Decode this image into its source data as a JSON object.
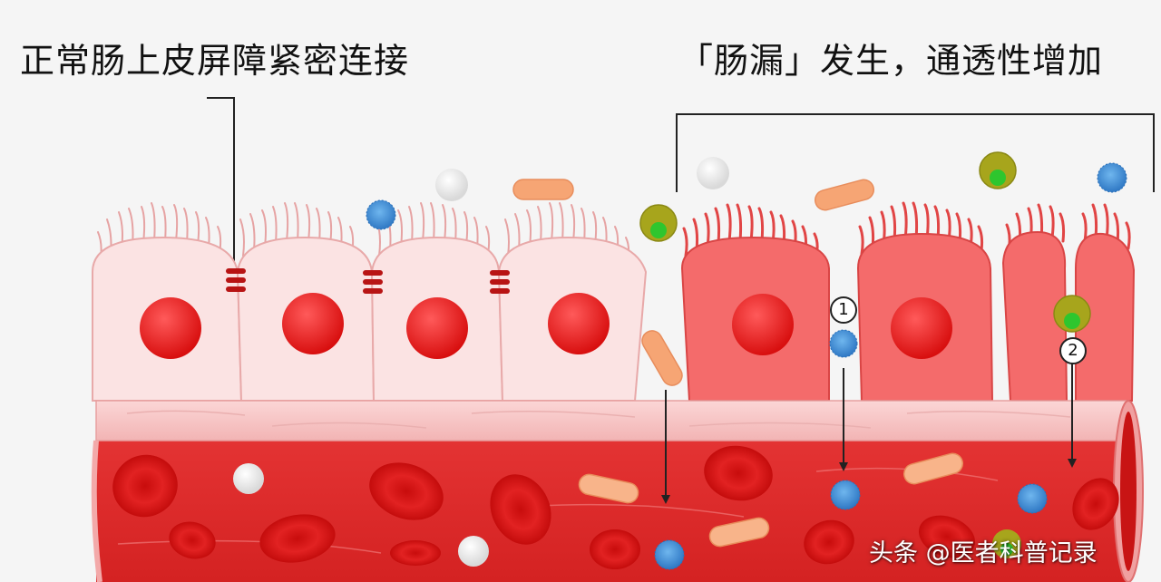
{
  "titles": {
    "normal": "正常肠上皮屏障紧密连接",
    "leaky": "「肠漏」发生，通透性增加"
  },
  "markers": [
    "1",
    "2"
  ],
  "watermark": "头条 @医者科普记录",
  "colors": {
    "normal_cell": "#fbe3e3",
    "normal_cell_edge": "#e8a9a9",
    "leaky_cell": "#f46b6b",
    "leaky_cell_edge": "#d94545",
    "nucleus": "#e01818",
    "tight_junction": "#b81414",
    "vessel_wall": "#f6c3c3",
    "vessel_lumen": "#e63030",
    "red_blood_cell": "#d81818",
    "bacteria_rod": "#f6a574",
    "microbe_blue": "#3f8fd0",
    "particle_olive": "#a7a51c",
    "particle_green": "#2ec62e",
    "particle_white": "#ffffff"
  },
  "icons": [
    "tight-junction-icon",
    "red-blood-cell-icon",
    "bacteria-rod-icon",
    "blue-microbe-icon",
    "olive-particle-icon",
    "white-particle-icon"
  ]
}
